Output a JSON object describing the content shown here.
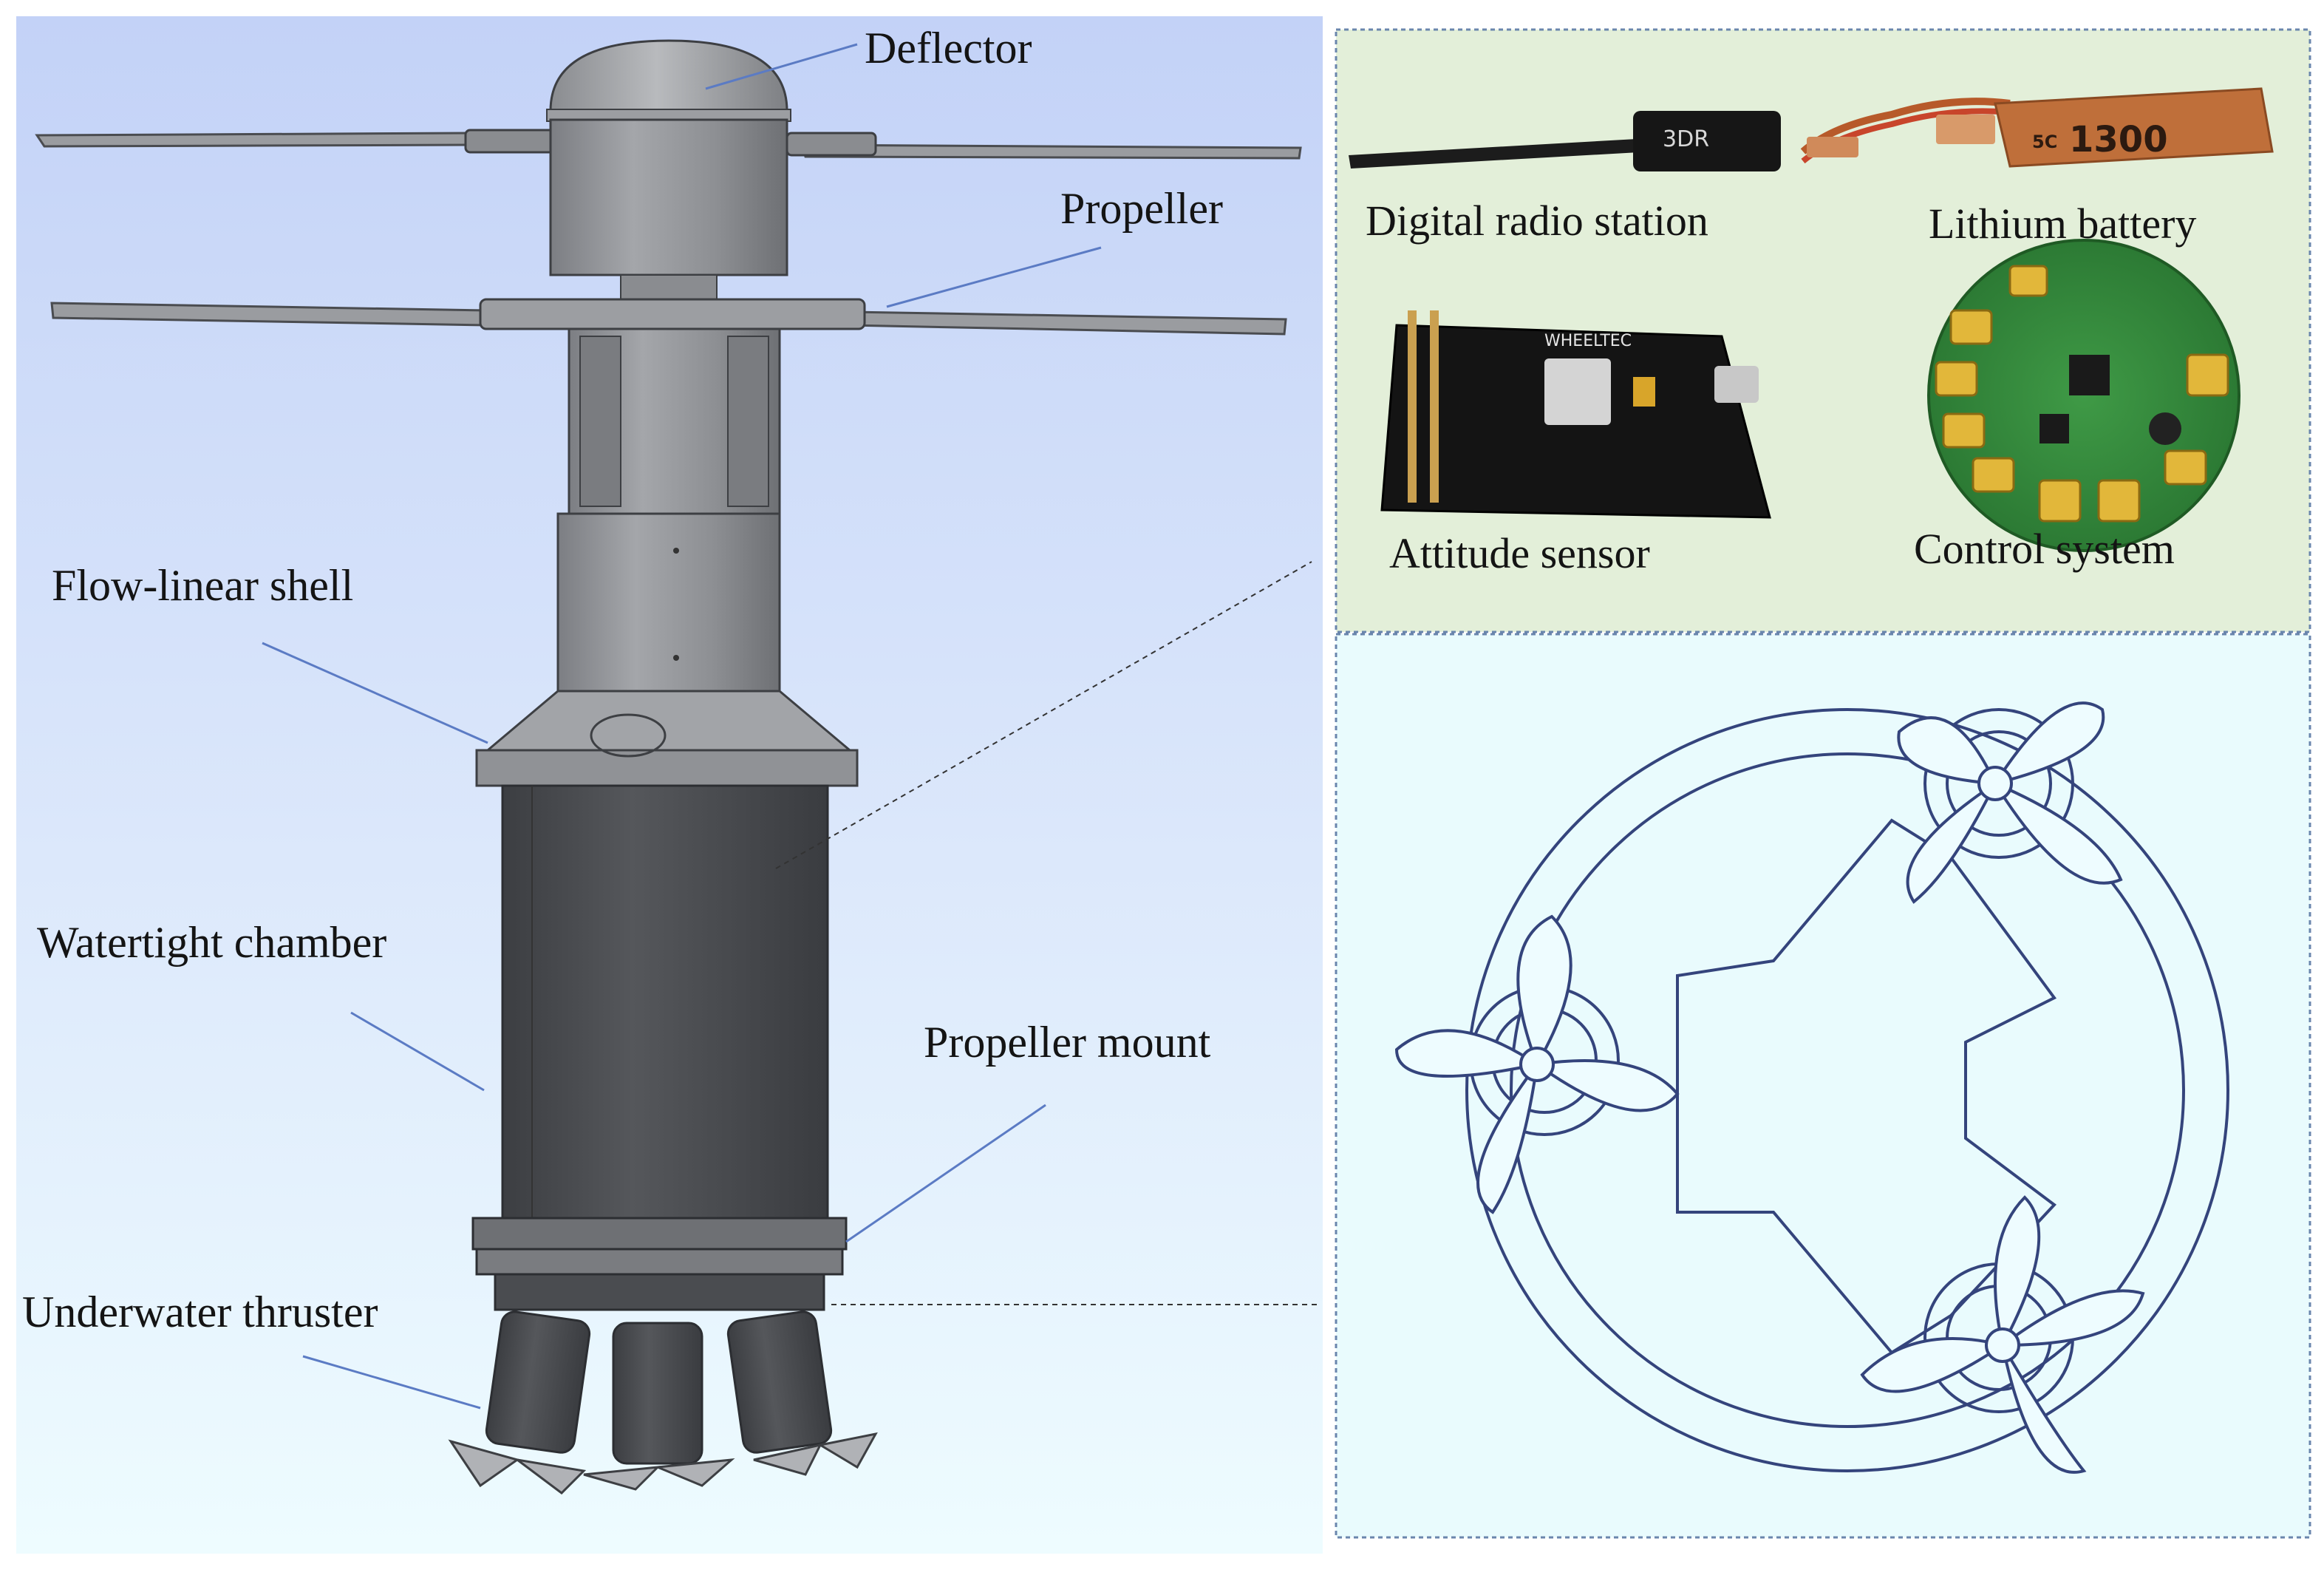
{
  "figure": {
    "left_labels": {
      "deflector": "Deflector",
      "propeller": "Propeller",
      "flow_linear_shell": "Flow-linear shell",
      "watertight_chamber": "Watertight chamber",
      "propeller_mount": "Propeller mount",
      "underwater_thruster": "Underwater thruster"
    },
    "components": {
      "digital_radio": "Digital radio station",
      "lithium_battery": "Lithium battery",
      "attitude_sensor": "Attitude sensor",
      "control_system": "Control system"
    },
    "device_markings": {
      "radio_brand": "3DR",
      "battery_capacity": "1300",
      "battery_rating": "5C",
      "sensor_brand": "WHEELTEC"
    }
  },
  "colors": {
    "left_bg_top": "#c6d4f7",
    "left_bg_bottom": "#eefcff",
    "components_bg": "#e3efd9",
    "thruster_bg": "#e9fbfd",
    "panel_border": "#6a86ad",
    "line_art": "#34447c",
    "leader_line": "#5b7bc4",
    "hull_metal": "#8c8e92",
    "chamber_dark": "#4a4c50"
  }
}
